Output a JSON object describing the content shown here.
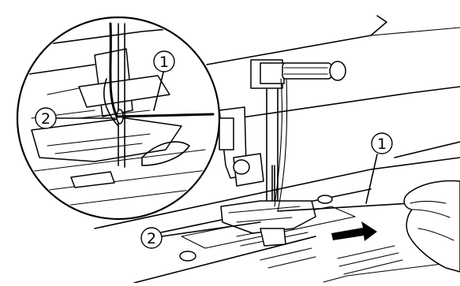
{
  "labels": {
    "inset_thread": "1",
    "inset_needle_eye": "2",
    "main_thread": "1",
    "main_needle_eye": "2"
  }
}
